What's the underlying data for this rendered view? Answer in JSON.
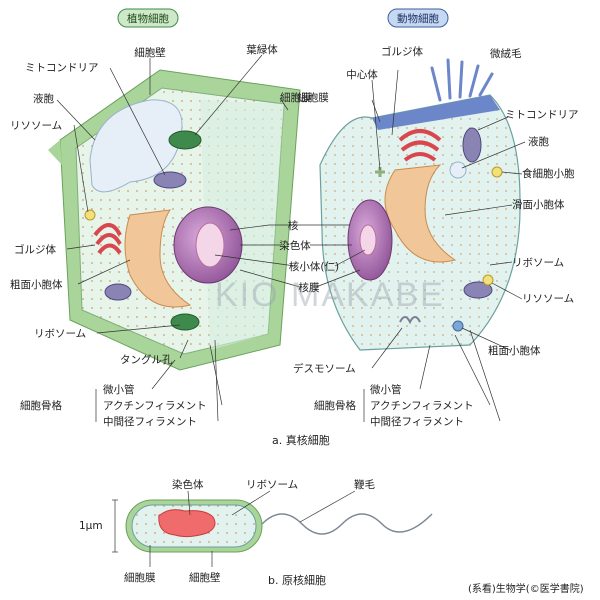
{
  "plant_cell": {
    "badge": "植物細胞",
    "labels": {
      "cell_wall": "細胞壁",
      "chloroplast": "葉緑体",
      "mitochondria": "ミトコンドリア",
      "vacuole": "液胞",
      "lysosome": "リソソーム",
      "cell_membrane": "細胞膜",
      "golgi": "ゴルジ体",
      "rough_er": "粗面小胞体",
      "ribosome": "リボソーム",
      "plasmodesma": "タングル孔"
    }
  },
  "animal_cell": {
    "badge": "動物細胞",
    "labels": {
      "golgi": "ゴルジ体",
      "microvilli": "微絨毛",
      "centrosome": "中心体",
      "cell_membrane": "細胞膜",
      "mitochondria": "ミトコンドリア",
      "vacuole": "液胞",
      "phagosome": "食細胞小胞",
      "smooth_er": "滑面小胞体",
      "ribosome": "リボソーム",
      "lysosome": "リソソーム",
      "rough_er": "粗面小胞体",
      "desmosome": "デスモソーム"
    }
  },
  "center_labels": {
    "nucleus": "核",
    "chromatin": "染色体",
    "nucleolus": "核小体(仁)",
    "nuclear_membrane": "核膜"
  },
  "cytoskeleton": {
    "title": "細胞骨格",
    "microtubule": "微小管",
    "actin": "アクチンフィラメント",
    "intermediate": "中間径フィラメント"
  },
  "caption_a": "a. 真核細胞",
  "prokaryote": {
    "chromosome": "染色体",
    "ribosome": "リボソーム",
    "flagellum": "鞭毛",
    "scale": "1μm",
    "cell_membrane": "細胞膜",
    "cell_wall": "細胞壁"
  },
  "caption_b": "b. 原核細胞",
  "credit": "(系看)生物学(©医学書院)",
  "watermark": "KIO MAKABE",
  "colors": {
    "plant_wall": "#a9d49a",
    "plant_cytoplasm": "#e6f4ea",
    "animal_cytoplasm": "#e2f2ee",
    "nucleus": "#b57ab8",
    "golgi": "#d9464e",
    "er": "#f1c79a",
    "mito": "#8a84b4",
    "chloroplast": "#3e8a4c",
    "badge_plant": "#cfe9c8",
    "badge_animal": "#c6d8f2"
  }
}
